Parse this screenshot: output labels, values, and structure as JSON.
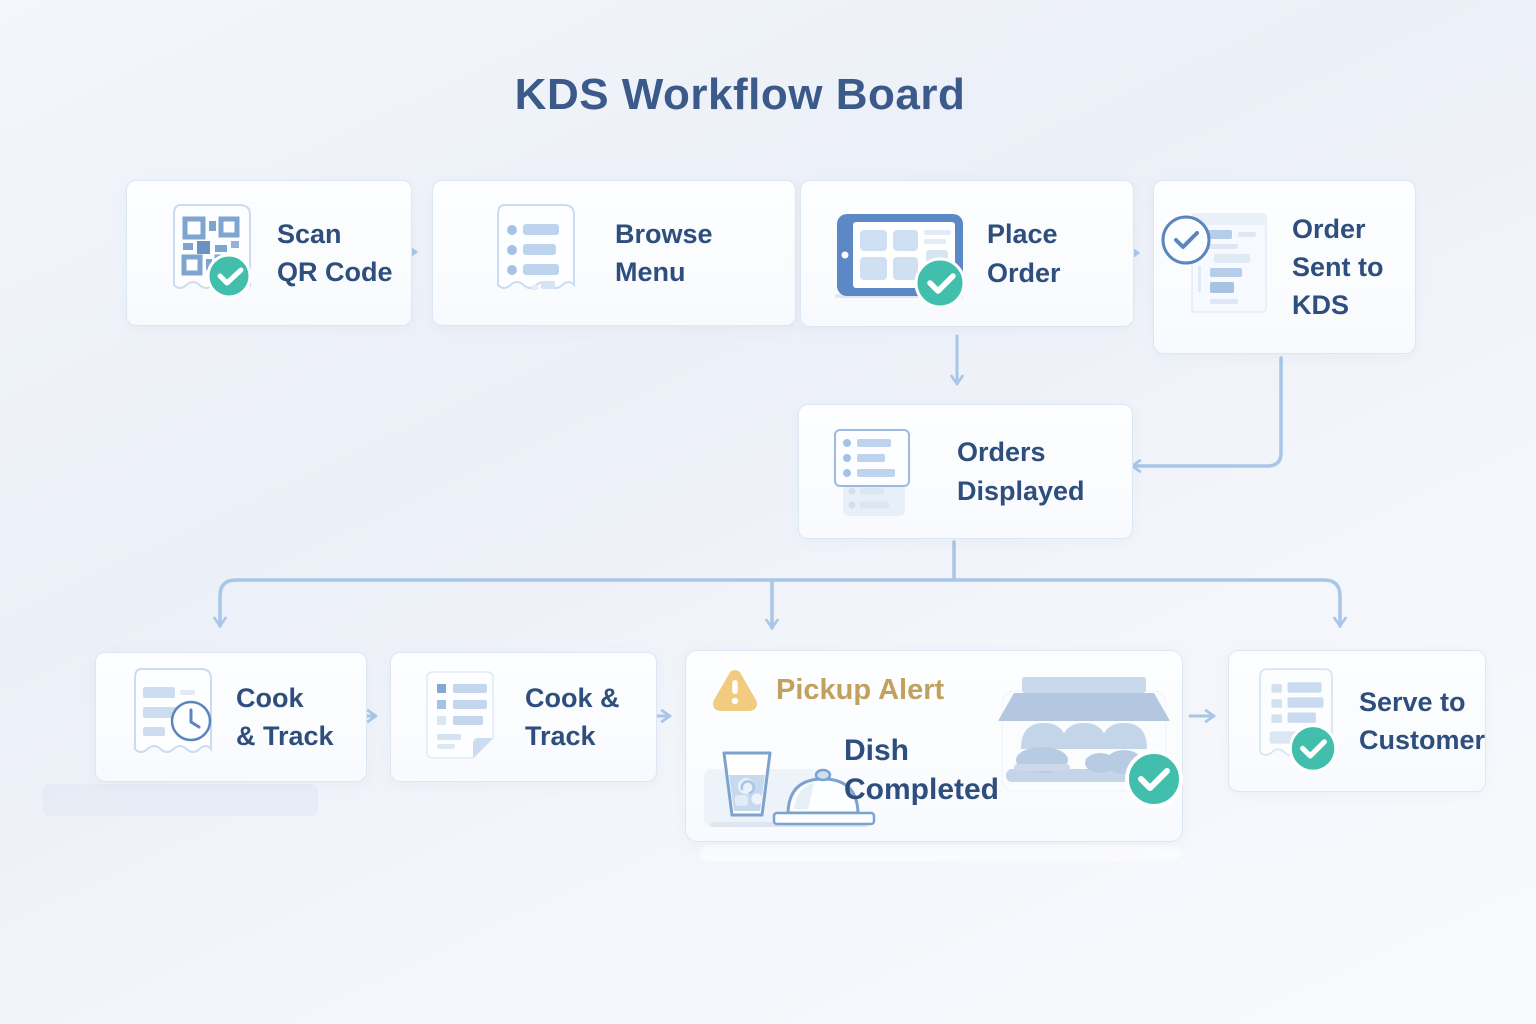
{
  "title": "KDS Workflow Board",
  "colors": {
    "title_text": "#3b5a8a",
    "label_text": "#2e4e7d",
    "alert_text": "#c2a15e",
    "alert_triangle": "#f1cc80",
    "check_badge": "#42bfac",
    "connector": "#a7c6e8",
    "card_border": "#dde7f3",
    "icon_blue": "#7fa4d0"
  },
  "nodes": {
    "scan_qr": {
      "label": "Scan\nQR Code",
      "icon": "qr-code-receipt-icon"
    },
    "browse_menu": {
      "label": "Browse\nMenu",
      "icon": "menu-receipt-icon"
    },
    "place_order": {
      "label": "Place\nOrder",
      "icon": "tablet-order-icon"
    },
    "order_sent_kds": {
      "label": "Order\nSent to\nKDS",
      "icon": "order-ticket-check-icon"
    },
    "orders_displayed": {
      "label": "Orders\nDisplayed",
      "icon": "orders-list-stack-icon"
    },
    "cook_track_1": {
      "label": "Cook\n& Track",
      "icon": "receipt-clock-icon"
    },
    "cook_track_2": {
      "label": "Cook &\nTrack",
      "icon": "document-list-icon"
    },
    "pickup_alert": {
      "alert_label": "Pickup Alert",
      "status_label": "Dish\nCompleted",
      "icons": [
        "warning-triangle-icon",
        "drink-and-cloche-icon",
        "food-display-case-icon",
        "check-badge-icon"
      ]
    },
    "serve_customer": {
      "label": "Serve to\nCustomer",
      "icon": "receipt-check-icon"
    }
  }
}
